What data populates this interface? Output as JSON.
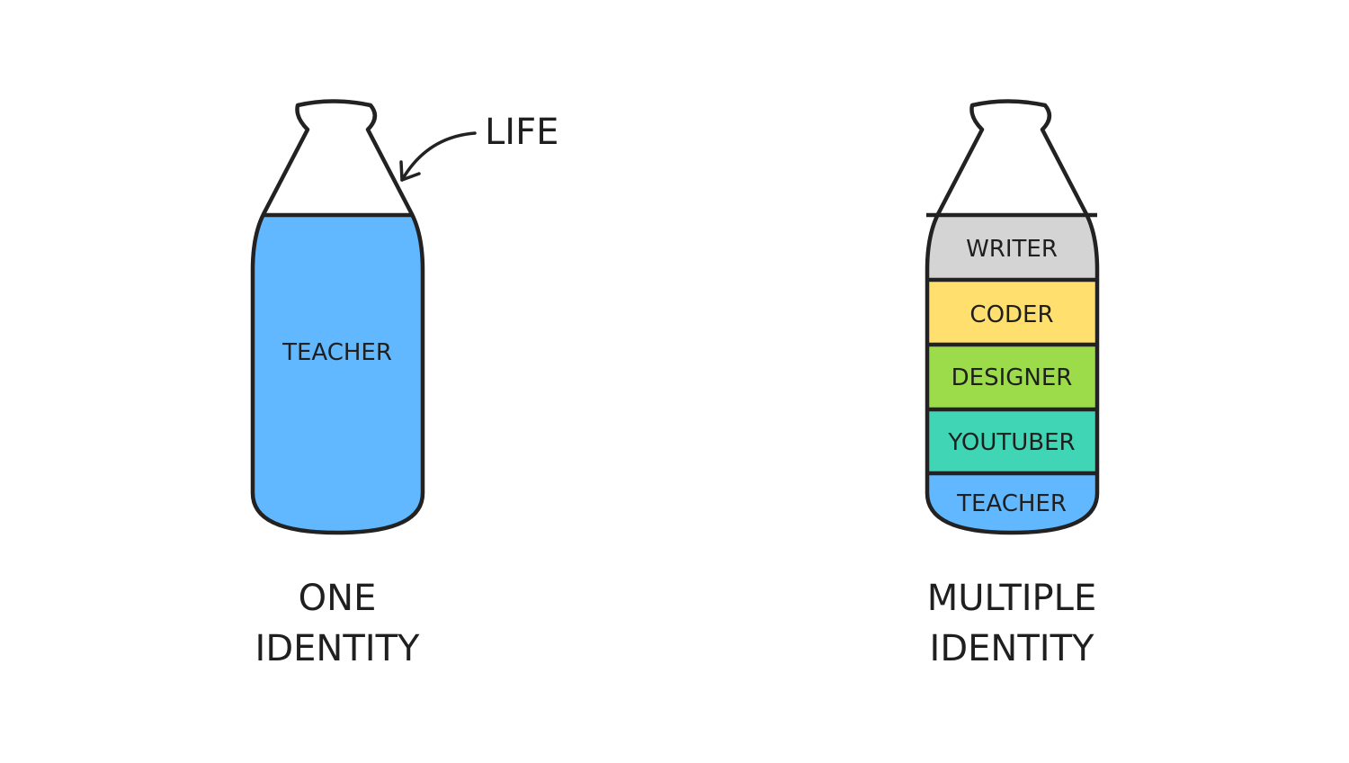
{
  "left": {
    "annotation": "LIFE",
    "layer": {
      "label": "TEACHER",
      "color": "#62b8ff"
    },
    "caption": {
      "line1": "ONE",
      "line2": "IDENTITY"
    }
  },
  "right": {
    "layers": [
      {
        "label": "WRITER",
        "color": "#d4d4d4"
      },
      {
        "label": "CODER",
        "color": "#ffe06e"
      },
      {
        "label": "DESIGNER",
        "color": "#9cdc4a"
      },
      {
        "label": "YOUTUBER",
        "color": "#40d6b5"
      },
      {
        "label": "TEACHER",
        "color": "#62b8ff"
      }
    ],
    "caption": {
      "line1": "MULTIPLE",
      "line2": "IDENTITY"
    }
  },
  "colors": {
    "outline": "#222222",
    "background": "#ffffff"
  }
}
